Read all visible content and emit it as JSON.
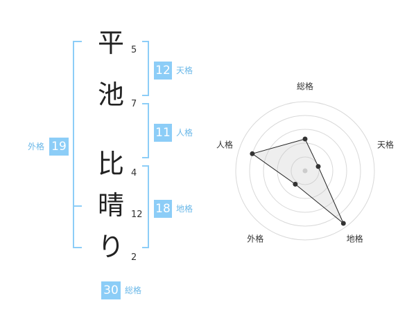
{
  "name": {
    "chars": [
      "平",
      "池",
      "比",
      "晴",
      "り"
    ],
    "strokes": [
      "5",
      "7",
      "4",
      "12",
      "2"
    ]
  },
  "fortune": {
    "tenkaku": {
      "label": "天格",
      "value": "12"
    },
    "jinkaku": {
      "label": "人格",
      "value": "11"
    },
    "chikaku": {
      "label": "地格",
      "value": "18"
    },
    "gaikaku": {
      "label": "外格",
      "value": "19"
    },
    "soukaku": {
      "label": "総格",
      "value": "30"
    }
  },
  "colors": {
    "accent": "#8ccdf7",
    "accent_text": "#6bb8e8",
    "bracket": "#8ccdf7"
  },
  "chart_data": {
    "type": "radar",
    "axes": [
      "総格",
      "天格",
      "地格",
      "外格",
      "人格"
    ],
    "values": [
      2.3,
      1.0,
      4.7,
      1.2,
      4.0
    ],
    "max": 5,
    "rings": 5,
    "grid": true
  }
}
